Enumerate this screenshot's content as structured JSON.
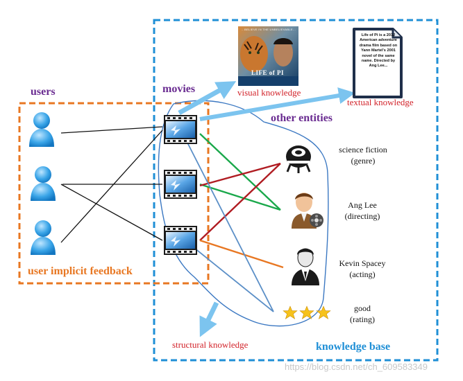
{
  "labels": {
    "users": "users",
    "movies": "movies",
    "visual_knowledge": "visual knowledge",
    "textual_knowledge": "textual knowledge",
    "other_entities": "other entities",
    "user_implicit_feedback": "user implicit feedback",
    "structural_knowledge": "structural knowledge",
    "knowledge_base": "knowledge base"
  },
  "poster": {
    "tagline": "...BELIEVE IN THE UNBELIEVABLE...",
    "title": "LIFE of PI"
  },
  "document": {
    "text": "Life of Pi is a 2012 American adventure drama film based on Yann Martel's 2001 novel of the same name. Directed by Ang Lee..."
  },
  "entities": [
    {
      "name": "science fiction",
      "relation": "(genre)",
      "icon": "ufo-icon"
    },
    {
      "name": "Ang Lee",
      "relation": "(directing)",
      "icon": "director-icon"
    },
    {
      "name": "Kevin Spacey",
      "relation": "(acting)",
      "icon": "actor-icon"
    },
    {
      "name": "good",
      "relation": "(rating)",
      "icon": "rating-stars-icon"
    }
  ],
  "watermark": "https://blog.csdn.net/ch_609583349",
  "colors": {
    "orange": "#e87722",
    "blue": "#1f8fd6",
    "purple": "#6a2c91",
    "red": "#d2232a",
    "green": "#1aa84b",
    "darkred": "#b01c22",
    "steel": "#5b8fc7"
  }
}
